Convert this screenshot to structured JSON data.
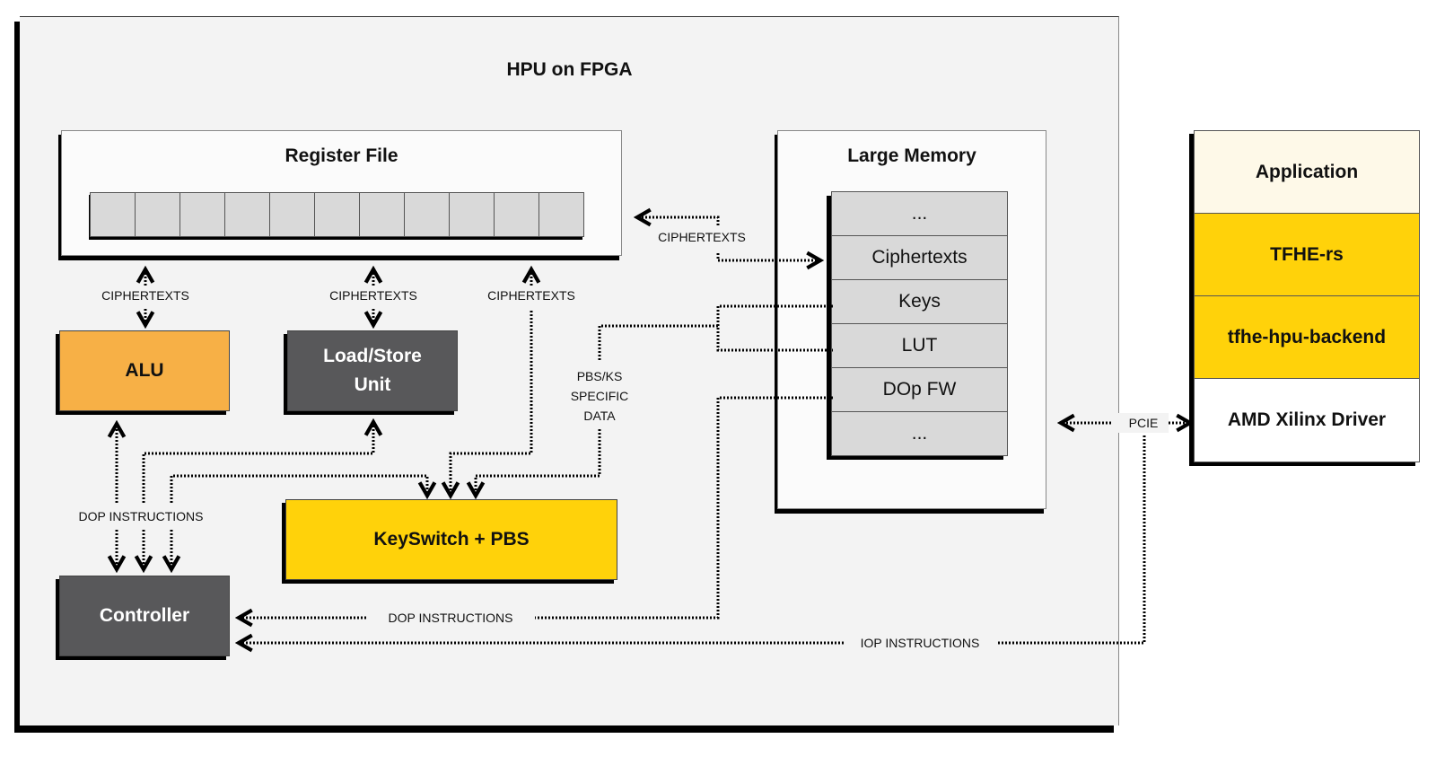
{
  "title": "HPU on FPGA",
  "colors": {
    "alu": "#f7b046",
    "load_store": "#58585a",
    "keyswitch": "#ffd20a",
    "controller": "#58585a",
    "application": "#fef9e8",
    "tfhe_rs": "#ffd20a",
    "backend": "#ffd20a",
    "driver": "#ffffff",
    "panel_bg": "#fbfbfb",
    "frame_bg": "#f3f3f3",
    "cell_bg": "#d9d9d9"
  },
  "register_file": {
    "title": "Register File",
    "cell_count": 11
  },
  "units": {
    "alu": "ALU",
    "load_store_line1": "Load/Store",
    "load_store_line2": "Unit",
    "keyswitch": "KeySwitch + PBS",
    "controller": "Controller"
  },
  "large_memory": {
    "title": "Large Memory",
    "cells": [
      "...",
      "Ciphertexts",
      "Keys",
      "LUT",
      "DOp FW",
      "..."
    ]
  },
  "software_stack": [
    "Application",
    "TFHE-rs",
    "tfhe-hpu-backend",
    "AMD Xilinx Driver"
  ],
  "labels": {
    "ct_alu": "CIPHERTEXTS",
    "ct_ls": "CIPHERTEXTS",
    "ct_ks": "CIPHERTEXTS",
    "ct_mem": "CIPHERTEXTS",
    "pbs_line1": "PBS/KS",
    "pbs_line2": "SPECIFIC",
    "pbs_line3": "DATA",
    "dop_left": "DOP INSTRUCTIONS",
    "dop_bottom": "DOP INSTRUCTIONS",
    "iop": "IOP INSTRUCTIONS",
    "pcie": "PCIE"
  }
}
